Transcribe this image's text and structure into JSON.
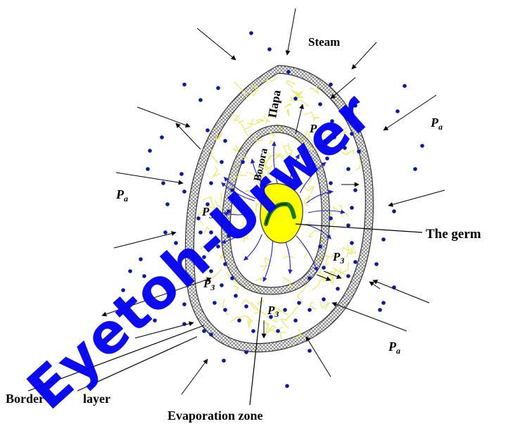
{
  "labels": {
    "steam": "Steam",
    "para": "Пара",
    "vologa": "Вологa",
    "p3": "P",
    "p3_sub": "3",
    "pa": "P",
    "pa_sub": "a",
    "germ": "The germ",
    "border_layer_a": "Border",
    "border_layer_b": "layer",
    "evaporation_zone": "Evaporation zone"
  },
  "watermark": {
    "text": "Eyetoh-Urwer",
    "color": "#0000ee"
  },
  "colors": {
    "dot": "#0a1a9a",
    "vein": "#e8e86a",
    "flow_arrow": "#2020c0",
    "germ_fill": "#ffff00",
    "germ_stripe": "#1a7a1a",
    "shell": "#909090"
  }
}
